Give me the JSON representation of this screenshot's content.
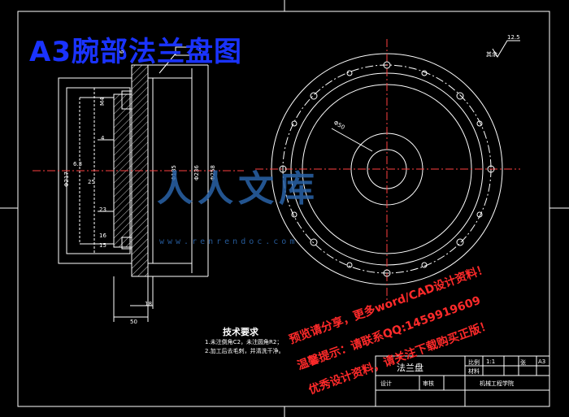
{
  "header": {
    "title": "A3腕部法兰盘图"
  },
  "tech_requirements": {
    "title": "技术要求",
    "lines": [
      "1.未注倒角C2，未注圆角R2；",
      "2.加工后去毛刺，并清洗干净。"
    ]
  },
  "title_block": {
    "part_name": "法兰盘",
    "scale_label": "比例",
    "scale_value": "1:1",
    "material_label": "材料",
    "sheet_label": "张",
    "sheet_value": "A3",
    "designer_label": "设计",
    "checker_label": "审核",
    "school": "机械工程学院"
  },
  "dimensions": {
    "left": [
      "Φ217",
      "Φ185",
      "Φ236",
      "Φ258",
      "M4",
      "4",
      "6",
      "25",
      "23",
      "16",
      "15",
      "18",
      "50",
      "6.3"
    ],
    "front": [
      "Φ50",
      "12.5"
    ],
    "roughness_label": "其余"
  },
  "watermark": {
    "logo": "人人文库",
    "url": "www.renrendoc.com",
    "lines": [
      "预览请分享，更多word/CAD设计资料！",
      "温馨提示：请联系QQ:1459919609",
      "优秀设计资料，请关注下载购买正版！"
    ]
  }
}
